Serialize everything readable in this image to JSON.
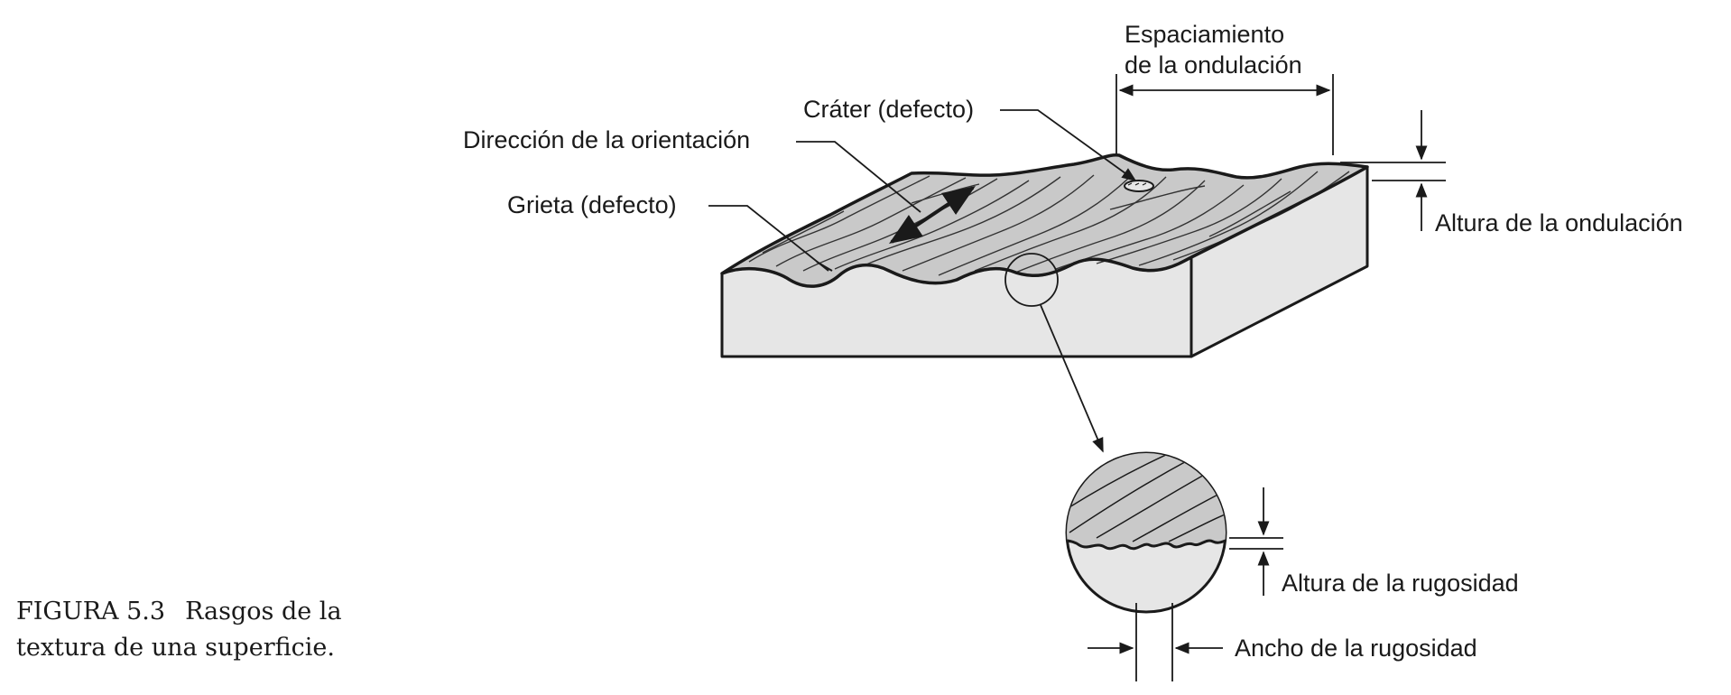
{
  "labels": {
    "wave_spacing_line1": "Espaciamiento",
    "wave_spacing_line2": "de la ondulación",
    "crater": "Cráter (defecto)",
    "lay_direction": "Dirección de la orientación",
    "crack": "Grieta (defecto)",
    "wave_height": "Altura de la ondulación",
    "roughness_height": "Altura de la rugosidad",
    "roughness_width": "Ancho de la rugosidad"
  },
  "caption": {
    "number": "FIGURA 5.3",
    "text_line1": "Rasgos de la",
    "text_line2": "textura de una superficie."
  },
  "colors": {
    "ink": "#1a1a1a",
    "block_fill": "#e6e6e6",
    "surface_fill": "#c9c9c9",
    "background": "#ffffff"
  }
}
